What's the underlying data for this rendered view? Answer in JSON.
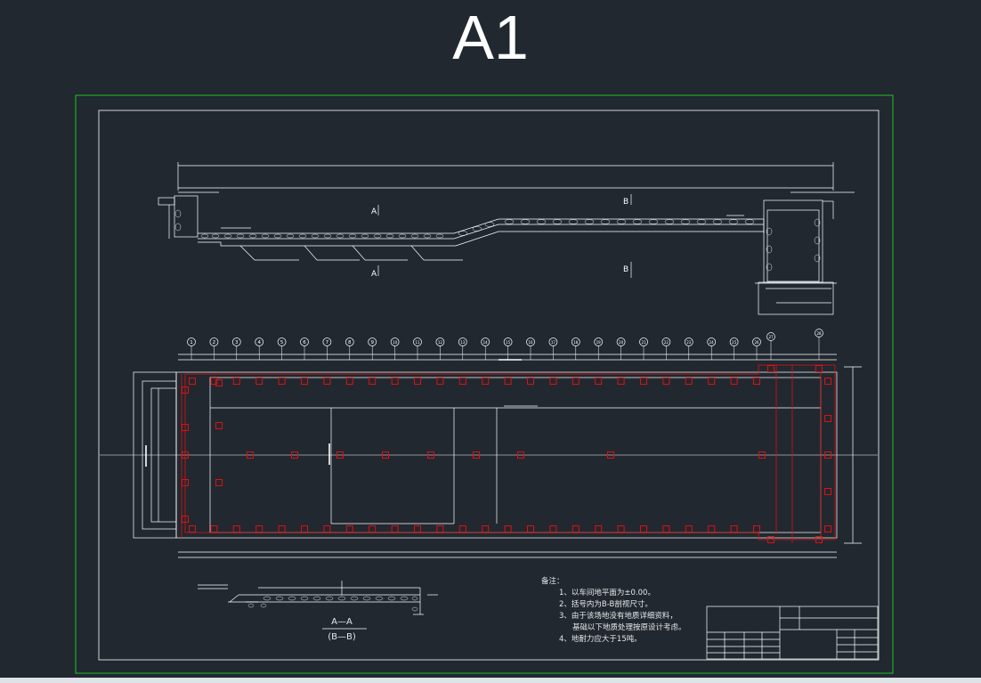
{
  "sheet": {
    "label": "A1"
  },
  "section": {
    "title": "A—A",
    "subtitle": "(B—B)"
  },
  "plan": {
    "axis_labels": [
      "1",
      "2",
      "3",
      "4",
      "5",
      "6",
      "7",
      "8",
      "9",
      "10",
      "11",
      "12",
      "13",
      "14",
      "15",
      "16",
      "17",
      "18",
      "19",
      "20",
      "21",
      "22",
      "23",
      "24",
      "25",
      "26",
      "27",
      "28"
    ]
  },
  "profile": {
    "section_marks": [
      "A",
      "B"
    ]
  },
  "notes": {
    "title": "备注：",
    "items": [
      "1、以车间地平面为±0.00。",
      "2、括号内为B-B剖视尺寸。",
      "3、由于该场地没有地质详细资料，",
      "基础以下地质处理按原设计考虑。",
      "4、地耐力应大于15吨。"
    ]
  },
  "colors": {
    "background": "#212830",
    "frame": "#22c022",
    "lines": "#ffffff",
    "columns": "#e01010"
  }
}
